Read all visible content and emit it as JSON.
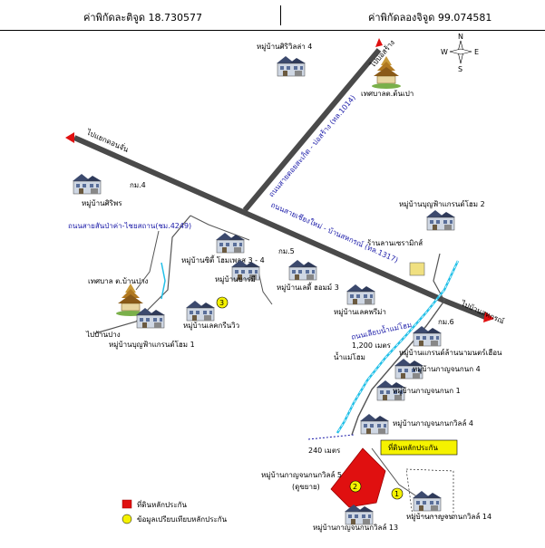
{
  "header": {
    "latitude": "ค่าพิกัดละติจูด 18.730577",
    "longitude": "ค่าพิกัดลองจิจูด 99.074581"
  },
  "compass": {
    "n": "N",
    "s": "S",
    "e": "E",
    "w": "W"
  },
  "roads": {
    "chiangmai_sankamphaeng": "ถนนสายเชียงใหม่ - บ้านสหกรณ์ (ทล.1317)",
    "doisaket": "ถนนสายดอยสะเก็ด - บ่อสร้าง (ทล.1014)",
    "sanpatong": "ถนนสายสันป่าค่า-ไชยสถาน(ชม.4249)",
    "irrigation": "ถนนเลียบน้ำแม่โฮม"
  },
  "directions": {
    "to_maejo": "ไปแยกดอนจั่น",
    "to_borsang": "ไปบ่อสร้าง",
    "to_sahakorn": "ไปบ้านสหกรณ์",
    "to_banpang": "ไปบ้านปาง"
  },
  "places": {
    "sirivilla4": "หมู่บ้านศิริวิลล่า 4",
    "tessaban_tonpao": "เทศบาลต.ต้นเปา",
    "siriporn": "หมู่บ้านศิริพร",
    "boonfah2": "หมู่บ้านบุญฟ้าแกรนด์โฮม 2",
    "shop": "ร้านลานเซรามิกส์",
    "citihome": "หมู่บ้านซิตี้ โฮมเพลส 3 - 4",
    "boonvari": "หมู่บ้านบารมี",
    "tessaban_banpang": "เทศบาล ต.บ้านปาง",
    "lakeview": "หมู่บ้านเลคกรีนวิว",
    "boonfah1": "หมู่บ้านบุญฟ้าแกรนด์โฮม 1",
    "lanna_home": "หมู่บ้านเลดี้ ฮอมม์ 3",
    "lanna_prima": "หมู่บ้านเลคพรีม่า",
    "grand_maneeya": "หมู่บ้านแกรนด์ล้านนามนตร์เฮือน",
    "kanchanakan4": "หมู่บ้านกาญจนกนก 4",
    "kanchanakan1": "หมู่บ้านกาญจนกนก 1",
    "kanchanakan_villa4": "หมู่บ้านกาญจนกนกวิลล์ 4",
    "kanchanakan_villa5": "หมู่บ้านกาญจนกนกวิลล์ 5",
    "kanchanakan_villa5_sub": "(ดูขยาย)",
    "kanchanakan_villa13": "หมู่บ้านกาญจนกนกวิลล์ 13",
    "kanchanakan_villa14": "หมู่บ้านกาญจนกนกวิลล์ 14",
    "property_box": "ที่ดินหลักประกัน"
  },
  "km_markers": {
    "km4": "กม.4",
    "km5": "กม.5",
    "km6": "กม.6"
  },
  "distances": {
    "d1200": "1,200 เมตร",
    "d240": "240 เมตร"
  },
  "river": "น้ำแม่โฮม",
  "markers": {
    "m1": "1",
    "m2": "2",
    "m3": "3"
  },
  "legend": {
    "property": "ที่ดินหลักประกัน",
    "comparable": "ข้อมูลเปรียบเทียบหลักประกัน"
  },
  "colors": {
    "road": "#4a4a4a",
    "river": "#22c0e8",
    "property": "#e01010",
    "marker": "#f5f200",
    "road_label": "#1a1aa8"
  }
}
